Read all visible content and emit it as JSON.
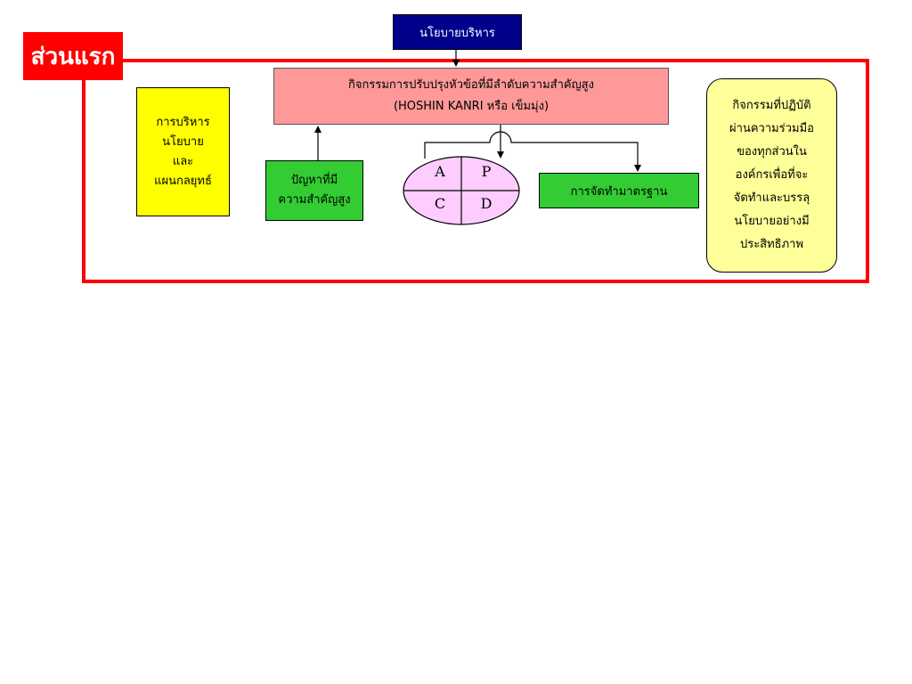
{
  "section_label": "ส่วนแรก",
  "policy_box": "นโยบายบริหาร",
  "hoshin_box": {
    "line1": "กิจกรรมการปรับปรุงหัวข้อที่มีลำดับความสำคัญสูง",
    "line2": "(HOSHIN KANRI หรือ เข็มมุ่ง)"
  },
  "management_box": [
    "การบริหาร",
    "นโยบาย",
    "และ",
    "แผนกลยุทธ์"
  ],
  "problem_box": [
    "ปัญหาที่มี",
    "ความสำคัญสูง"
  ],
  "standard_box": "การจัดทำมาตรฐาน",
  "activity_box": [
    "กิจกรรมที่ปฏิบัติ",
    "ผ่านความร่วมมือ",
    "ของทุกส่วนใน",
    "องค์กรเพื่อที่จะ",
    "จัดทำและบรรลุ",
    "นโยบายอย่างมี",
    "ประสิทธิภาพ"
  ],
  "pdca": {
    "a": "A",
    "p": "P",
    "c": "C",
    "d": "D"
  },
  "colors": {
    "frame": "#ff0000",
    "policy_box": "#00008b",
    "hoshin_box": "#ff9999",
    "management_box": "#ffff00",
    "green_box": "#33cc33",
    "activity_box": "#ffff99",
    "pdca_ellipse": "#ffccff"
  }
}
